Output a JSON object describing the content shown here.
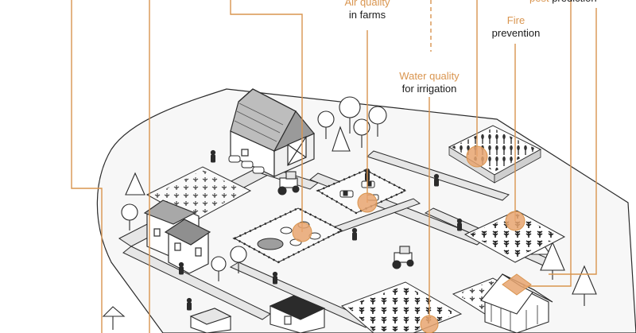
{
  "colors": {
    "accent": "#d9954f",
    "accent_fill": "#e8a570",
    "line": "#2b2b2b",
    "road": "#e6e6e6",
    "ground": "#f7f7f7",
    "text": "#1a1a1a"
  },
  "labels": {
    "air": {
      "accent": "Air quality",
      "rest": "in farms"
    },
    "water": {
      "accent": "Water quality",
      "rest": "for irrigation"
    },
    "fire": {
      "accent": "Fire",
      "rest": "prevention"
    },
    "pest": {
      "accent": "pest",
      "rest": "prediction"
    }
  },
  "icons": [
    "barn-icon",
    "farmhouse-icon",
    "tractor-icon",
    "cow-icon",
    "pig-icon",
    "tree-icon",
    "greenhouse-icon",
    "crop-field-icon",
    "farmer-icon",
    "sensor-marker-icon"
  ]
}
